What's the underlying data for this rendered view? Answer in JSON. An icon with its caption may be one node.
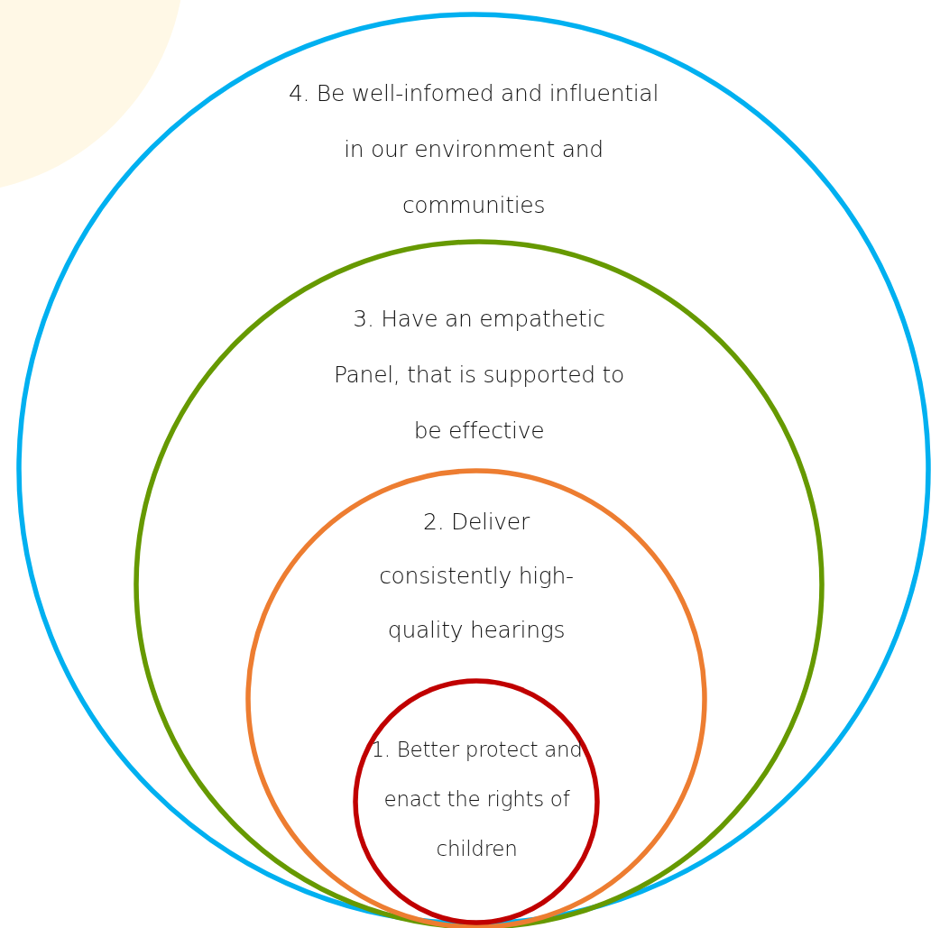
{
  "diagram": {
    "nodes": [
      {
        "text": [
          "4. Be well-infomed and influential in our environment and communities"
        ]
      },
      {
        "text": [
          "3. Have an empathetic Panel, that is supported to be effective"
        ],
        "in": 0
      },
      {
        "text": [
          "2. Deliver consistently high-quality hearings"
        ],
        "in": 1
      },
      {
        "text": [
          "1. Better protect and enact the rights of children"
        ],
        "in": 2
      }
    ]
  }
}
